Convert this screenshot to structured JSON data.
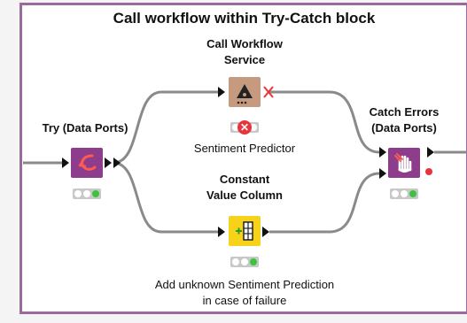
{
  "workflow": {
    "title": "Call workflow within Try-Catch block"
  },
  "nodes": {
    "try": {
      "name_line1": "Try (Data Ports)",
      "icon": "try-icon",
      "color": "#8e3c8c"
    },
    "call_workflow": {
      "name_line1": "Call Workflow",
      "name_line2": "Service",
      "annotation": "Sentiment Predictor",
      "icon": "call-workflow-icon",
      "status_icon": "error-icon",
      "color": "#c59a7e"
    },
    "constant_value": {
      "name_line1": "Constant",
      "name_line2": "Value Column",
      "annotation_line1": "Add unknown Sentiment Prediction",
      "annotation_line2": "in case of failure",
      "icon": "constant-column-icon",
      "color": "#f7d21b"
    },
    "catch": {
      "name_line1": "Catch Errors",
      "name_line2": "(Data Ports)",
      "icon": "catch-icon",
      "color": "#8e3c8c"
    }
  },
  "colors": {
    "frame": "#9a6a9d",
    "connection": "#8a8a8a",
    "status_ok": "#3cc33c",
    "status_error": "#e8343a"
  }
}
